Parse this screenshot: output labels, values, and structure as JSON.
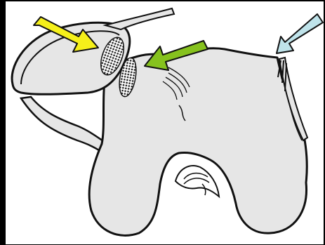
{
  "colors": {
    "background": "#000000",
    "bone_fill": "#e6e6e6",
    "outline": "#111111",
    "hatch": "#1a1a1a",
    "arrow_yellow": "#f5f01a",
    "arrow_green": "#86c21e",
    "arrow_lightblue": "#bfe3ea"
  },
  "arrows": [
    {
      "name": "yellow-arrow",
      "color_key": "arrow_yellow",
      "points_to": "patellar-cartilage-lesion"
    },
    {
      "name": "green-arrow",
      "color_key": "arrow_green",
      "points_to": "trochlear-cartilage-lesion"
    },
    {
      "name": "lightblue-arrow",
      "color_key": "arrow_lightblue",
      "points_to": "lateral-ligament-tear"
    }
  ]
}
